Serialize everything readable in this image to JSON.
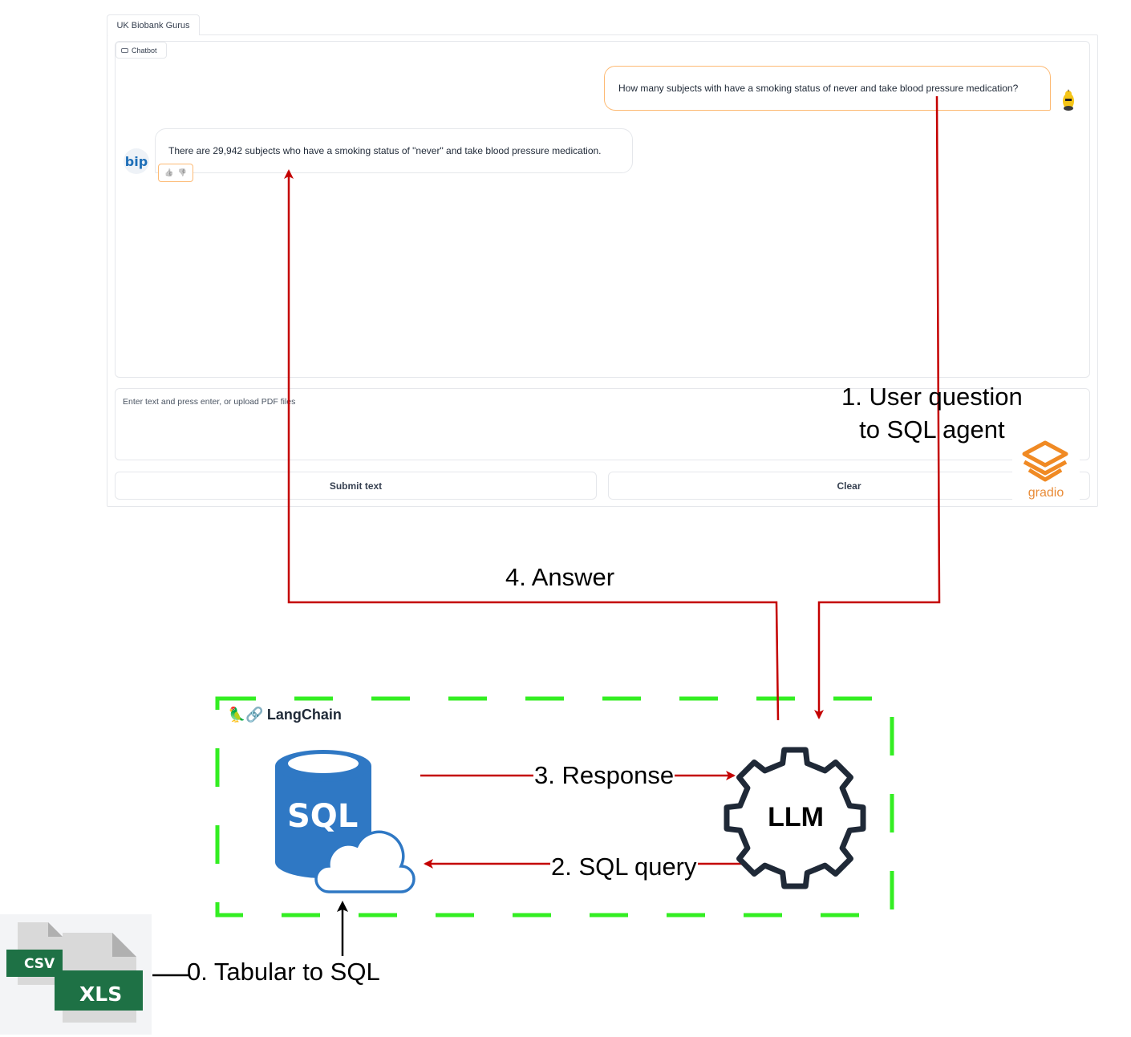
{
  "app": {
    "tab_label": "UK Biobank Gurus",
    "chatbot_label": "Chatbot"
  },
  "chat": {
    "messages": [
      {
        "role": "user",
        "text": "How many subjects with have a smoking status of never and take blood pressure medication?"
      },
      {
        "role": "assistant",
        "text": "There are 29,942 subjects who have a smoking status of \"never\" and take blood pressure medication."
      }
    ],
    "bot_avatar_text": "bip",
    "thumbs_up": "👍",
    "thumbs_down": "👎"
  },
  "input": {
    "placeholder": "Enter text and press enter, or upload PDF files"
  },
  "buttons": {
    "submit": "Submit text",
    "clear": "Clear"
  },
  "gradio_logo_text": "gradio",
  "diagram": {
    "step1_line1": "1. User question",
    "step1_line2": "to SQL agent",
    "step4": "4. Answer",
    "step3": "3. Response",
    "step2": "2. SQL  query",
    "step0": "0. Tabular to SQL",
    "langchain_label": "LangChain",
    "langchain_icons": "🦜🔗",
    "llm_label": "LLM",
    "sql_label": "SQL",
    "csv_label": "CSV",
    "xls_label": "XLS"
  },
  "colors": {
    "arrow_red": "#c40000",
    "dashed_green": "#33ee22",
    "sql_blue": "#2f78c4",
    "excel_green": "#1e7145",
    "gradio_orange": "#f08a24",
    "user_bubble_border": "#fdba74"
  }
}
